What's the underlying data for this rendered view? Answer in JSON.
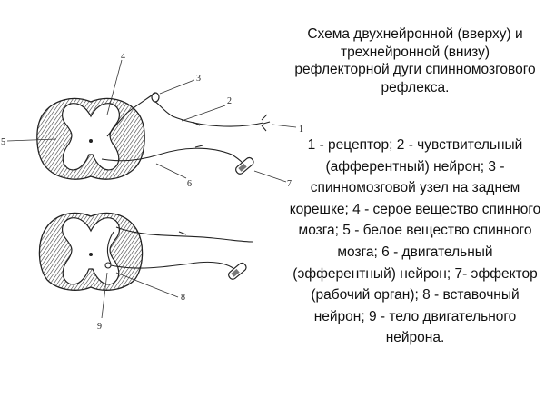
{
  "title": "Схема двухнейронной (вверху) и трехнейронной (внизу) рефлекторной дуги спинномозгового рефлекса.",
  "legend": "1 - рецептор; 2 - чувствительный (афферентный) нейрон; 3 - спинномозговой узел на заднем корешке; 4 - серое вещество спинного мозга; 5 - белое вещество спинного мозга; 6 - двигательный (эфферентный) нейрон; 7- эффектор (рабочий орган); 8 - вставочный нейрон; 9 - тело двигательного нейрона.",
  "labels": {
    "n1": "1",
    "n2": "2",
    "n3": "3",
    "n4": "4",
    "n5": "5",
    "n6": "6",
    "n7": "7",
    "n8": "8",
    "n9": "9"
  }
}
